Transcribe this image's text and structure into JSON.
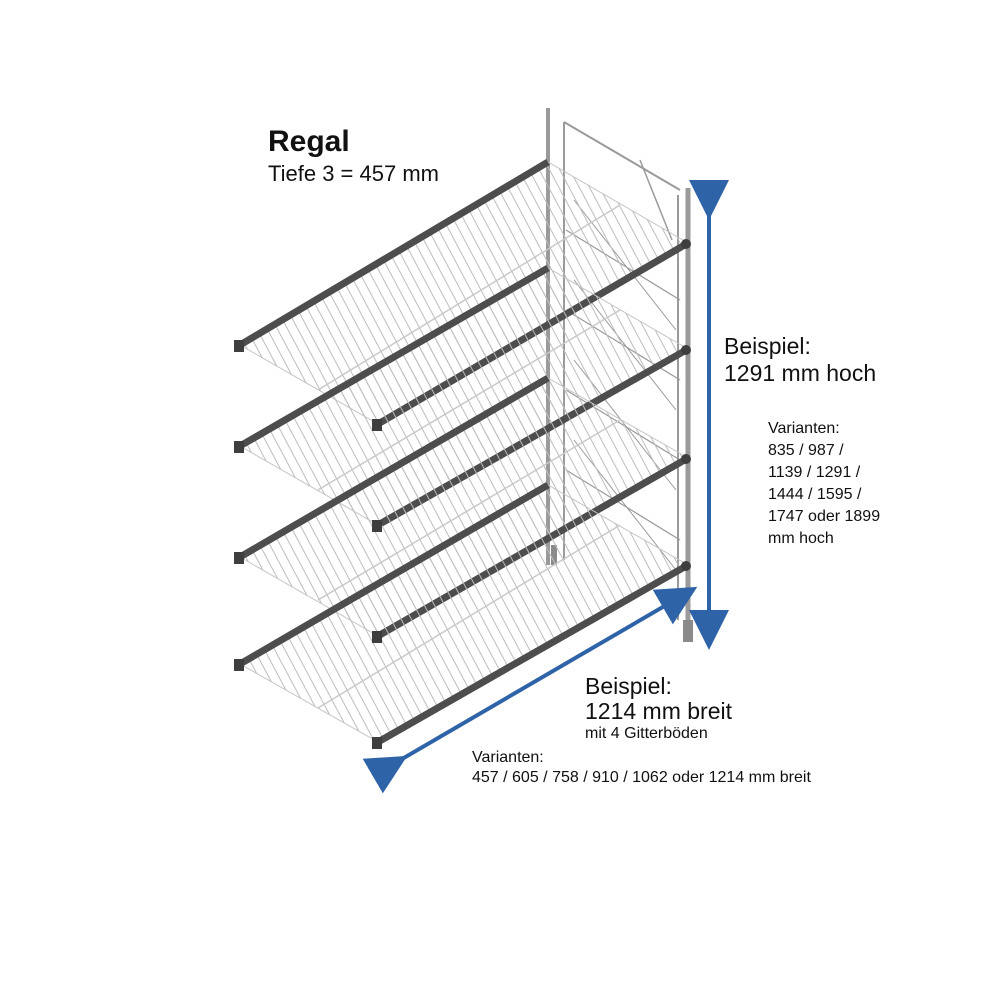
{
  "title": "Regal",
  "depth_label": "Tiefe 3 = 457 mm",
  "height": {
    "example_label": "Beispiel:",
    "example_value": "1291 mm hoch",
    "variants_title": "Varianten:",
    "variants_lines": [
      "835 / 987 /",
      "1139 / 1291 /",
      "1444 / 1595 /",
      "1747 oder 1899",
      "mm hoch"
    ]
  },
  "width": {
    "example_label": "Beispiel:",
    "example_value": "1214 mm breit",
    "example_note": "mit 4 Gitterböden",
    "variants_title": "Varianten:",
    "variants_line": "457 / 605 / 758 / 910 / 1062 oder 1214 mm breit"
  },
  "colors": {
    "arrow": "#2f63a8",
    "beam": "#5a5a5a",
    "wire": "#b8b8b8",
    "frame": "#9a9a9a"
  },
  "icons": {
    "height_arrow": "double-headed-vertical-arrow",
    "width_arrow": "double-headed-diagonal-arrow",
    "shelf_unit": "wire-shelf-illustration"
  }
}
